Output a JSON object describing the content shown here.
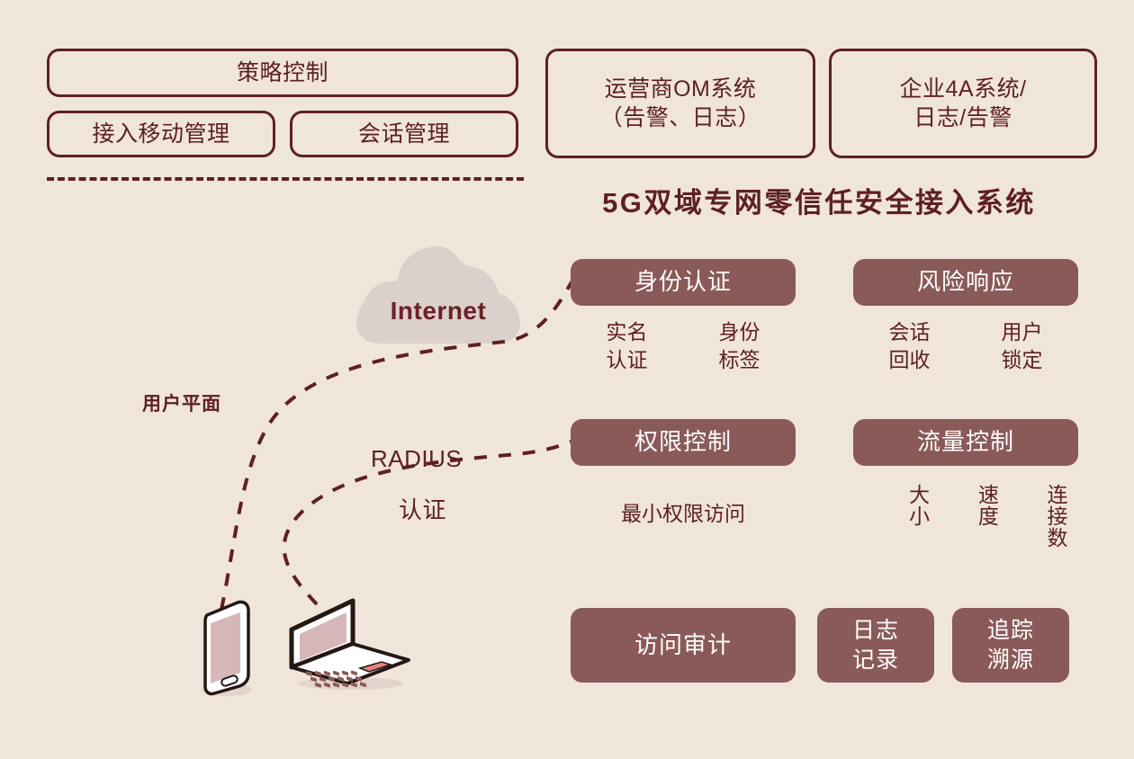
{
  "colors": {
    "background": "#F0E5DB",
    "outline": "#5E2022",
    "fill": "#8A5A58",
    "cloud": "#DCD0CC",
    "text_dark": "#5E2022",
    "text_light": "#FFFFFF",
    "device_screen": "#D6B7B8",
    "device_body": "#FFFFFF",
    "device_edge": "#241714",
    "trackpad": "#E8837F"
  },
  "top_panel": {
    "policy_control": "策略控制",
    "access_mobility_mgmt": "接入移动管理",
    "session_mgmt": "会话管理",
    "operator_om": "运营商OM系统\n（告警、日志）",
    "operator_om_line1": "运营商OM系统",
    "operator_om_line2": "（告警、日志）",
    "enterprise_4a_line1": "企业4A系统/",
    "enterprise_4a_line2": "日志/告警"
  },
  "main_title": "5G双域专网零信任安全接入系统",
  "left_panel": {
    "cloud_label": "Internet",
    "user_plane_label": "用户平面",
    "radius_label": "RADIUS",
    "auth_label": "认证",
    "devices": [
      "smartphone",
      "laptop"
    ]
  },
  "modules": [
    {
      "id": "identity-auth",
      "title": "身份认证",
      "items": [
        "实名\n认证",
        "身份\n标签"
      ],
      "item_1_line1": "实名",
      "item_1_line2": "认证",
      "item_2_line1": "身份",
      "item_2_line2": "标签"
    },
    {
      "id": "risk-response",
      "title": "风险响应",
      "items": [
        "会话\n回收",
        "用户\n锁定"
      ],
      "item_1_line1": "会话",
      "item_1_line2": "回收",
      "item_2_line1": "用户",
      "item_2_line2": "锁定"
    },
    {
      "id": "permission-control",
      "title": "权限控制",
      "items": [
        "最小权限访问"
      ],
      "item_1": "最小权限访问"
    },
    {
      "id": "traffic-control",
      "title": "流量控制",
      "items": [
        "大小",
        "速度",
        "连接数"
      ],
      "item_1": "大小",
      "item_2": "速度",
      "item_3": "连接数"
    }
  ],
  "bottom_modules": {
    "access_audit": "访问审计",
    "log_record_line1": "日志",
    "log_record_line2": "记录",
    "trace_source_line1": "追踪",
    "trace_source_line2": "溯源"
  }
}
